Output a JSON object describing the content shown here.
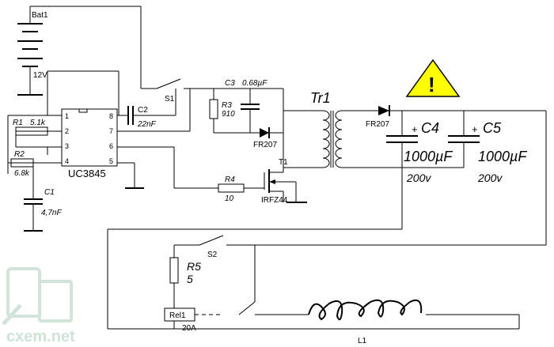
{
  "labels": {
    "bat1": "Bat1",
    "v12": "12V",
    "s1": "S1",
    "c2": "C2",
    "c2v": "22nF",
    "r1": "R1",
    "r1v": "5.1k",
    "r2": "R2",
    "r2v": "6.8k",
    "c1": "C1",
    "c1v": "4,7nF",
    "uc": "UC3845",
    "p8": "8",
    "p7": "7",
    "p6": "6",
    "p5": "5",
    "p1": "1",
    "p2": "2",
    "p3": "3",
    "p4": "4",
    "c3": "C3",
    "c3v": "0.68µF",
    "r3": "R3",
    "r3v": "910",
    "d_fr207a": "FR207",
    "t1": "T1",
    "r4": "R4",
    "r4v": "10",
    "irfz": "IRFZ44",
    "tr1": "Tr1",
    "d_fr207b": "FR207",
    "c4": "C4",
    "c4v": "1000µF",
    "c4u": "200v",
    "c5": "C5",
    "c5v": "1000µF",
    "c5u": "200v",
    "s2": "S2",
    "r5": "R5",
    "r5v": "5",
    "rel1": "Rel1",
    "rel_a": "20A",
    "l1": "L1",
    "warning": "!",
    "plus": "+",
    "watermark": "cxem.net"
  },
  "colors": {
    "warning_fill": "#ffff00",
    "line": "#000000",
    "watermark": "#cfe3d6"
  }
}
